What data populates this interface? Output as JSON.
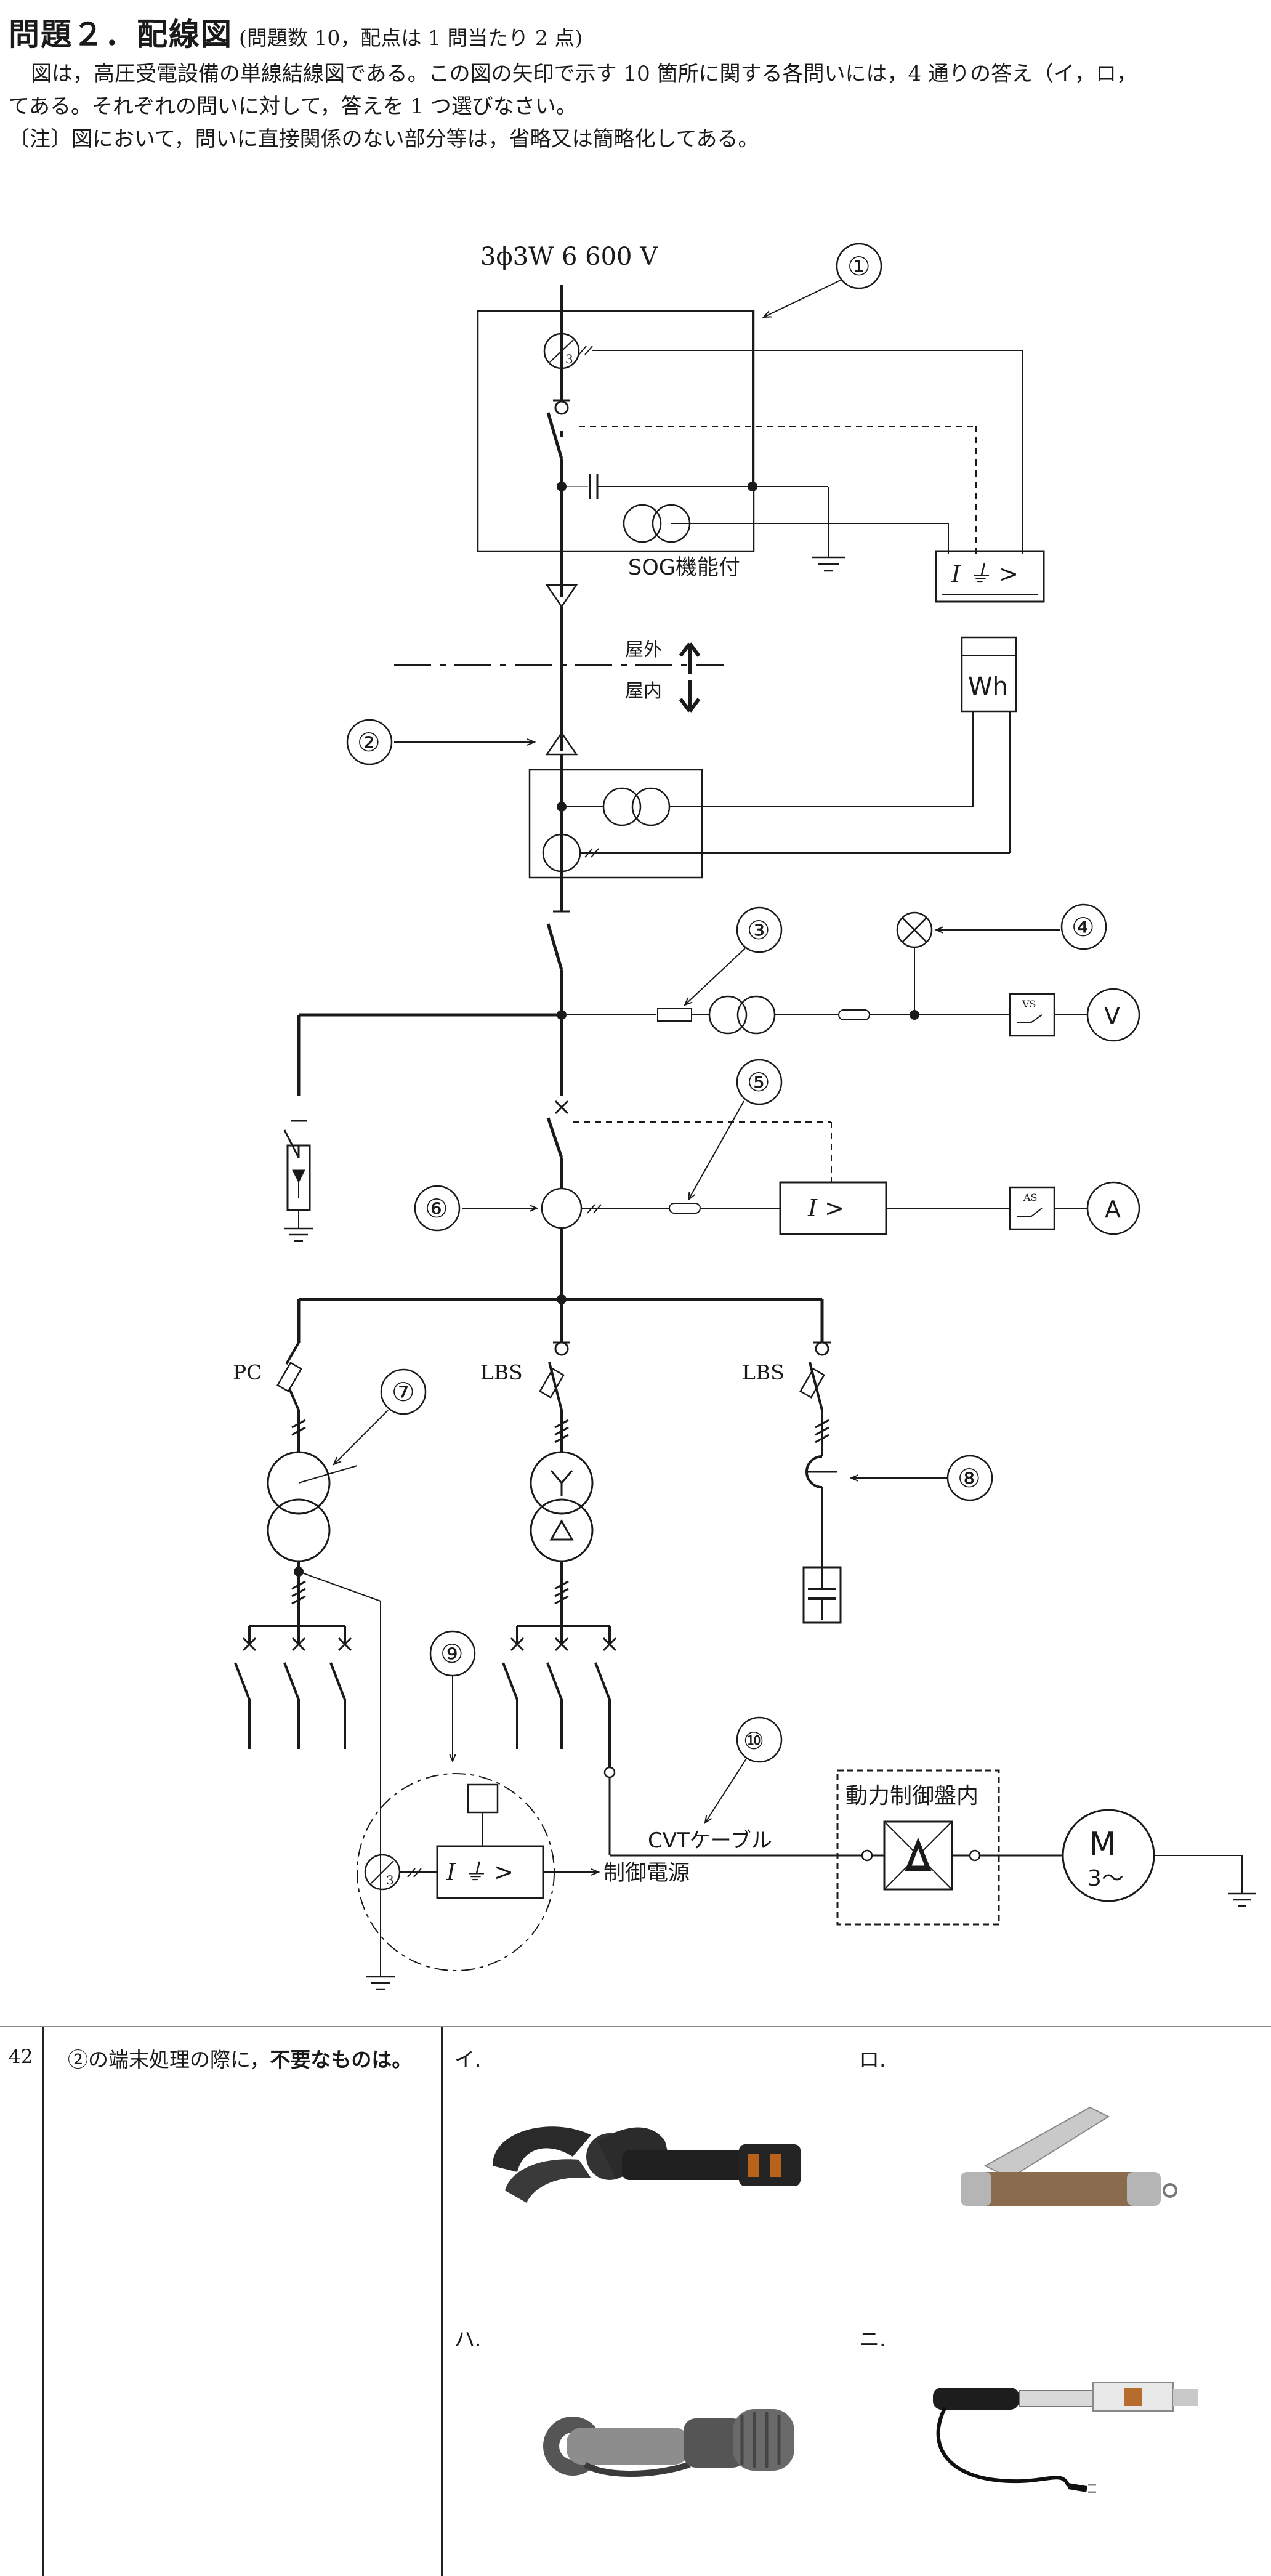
{
  "header": {
    "title": "問題２．配線図",
    "subtitle": "(問題数 10，配点は 1 問当たり 2 点)"
  },
  "intro": {
    "line1": "図は，高圧受電設備の単線結線図である。この図の矢印で示す 10 箇所に関する各問いには，4 通りの答え（イ，ロ，",
    "line2": "てある。それぞれの問いに対して，答えを 1 つ選びなさい。",
    "line3": "〔注〕図において，問いに直接関係のない部分等は，省略又は簡略化してある。"
  },
  "diagram": {
    "supply": "3ϕ3W  6 600 V",
    "sog_label": "SOG機能付",
    "outdoor": "屋外",
    "indoor": "屋内",
    "wh": "Wh",
    "v_meter": "V",
    "a_meter": "A",
    "vs": "VS",
    "as": "AS",
    "relay_oc": "I  >",
    "relay_ground": "I ⏚ >",
    "ct_ratio": "3",
    "pc": "PC",
    "lbs1": "LBS",
    "lbs2": "LBS",
    "cvt": "CVTケーブル",
    "panel": "動力制御盤内",
    "motor": "M",
    "motor_sub": "3〜",
    "control_power": "制御電源",
    "markers": [
      "①",
      "②",
      "③",
      "④",
      "⑤",
      "⑥",
      "⑦",
      "⑧",
      "⑨",
      "⑩"
    ]
  },
  "question": {
    "number": "42",
    "text_prefix": "②の端末処理の際に，",
    "text_bold": "不要なものは。",
    "options": [
      {
        "label": "イ.",
        "item": "cable-cutter"
      },
      {
        "label": "ロ.",
        "item": "electrician-knife"
      },
      {
        "label": "ハ.",
        "item": "pipe-cutter"
      },
      {
        "label": "ニ.",
        "item": "soldering-iron"
      }
    ]
  }
}
